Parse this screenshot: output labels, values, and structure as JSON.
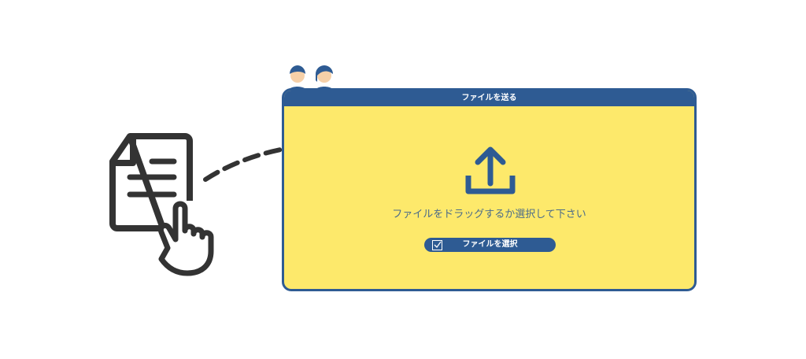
{
  "window": {
    "title": "ファイルを送る",
    "prompt": "ファイルをドラッグするか選択して下さい",
    "select_button": "ファイルを選択"
  },
  "colors": {
    "primary": "#2e5b93",
    "panel": "#fde96b",
    "ink": "#333333"
  },
  "icons": [
    "document-icon",
    "pointing-hand-icon",
    "dashed-arrow-icon",
    "upload-icon",
    "users-icon",
    "checkbox-icon"
  ]
}
